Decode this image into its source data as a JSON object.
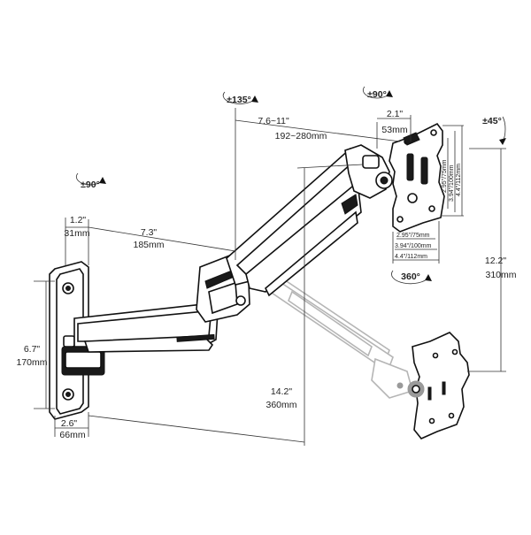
{
  "dimensions": {
    "arm_reach": {
      "in": "7.6~11\"",
      "mm": "192~280mm"
    },
    "vesa_depth": {
      "in": "2.1\"",
      "mm": "53mm"
    },
    "arm_offset": {
      "in": "1.2\"",
      "mm": "31mm"
    },
    "lower_arm": {
      "in": "7.3\"",
      "mm": "185mm"
    },
    "plate_height": {
      "in": "6.7\"",
      "mm": "170mm"
    },
    "plate_width": {
      "in": "2.6\"",
      "mm": "66mm"
    },
    "drop": {
      "in": "14.2\"",
      "mm": "360mm"
    },
    "lift": {
      "in": "12.2\"",
      "mm": "310mm"
    },
    "vesa_v1": "2.95\"/75mm",
    "vesa_v2": "3.94\"/100mm",
    "vesa_v3": "4.4\"/112mm",
    "vesa_h1": "2.95\"/75mm",
    "vesa_h2": "3.94\"/100mm",
    "vesa_h3": "4.4\"/112mm"
  },
  "rotations": {
    "wall_swivel": "±90°",
    "arm_swivel": "±135°",
    "head_swivel": "±90°",
    "tilt": "±45°",
    "rotate": "360°"
  },
  "icons": [
    "rotation-arrow-icon"
  ],
  "colors": {
    "line": "#111111",
    "ghost": "#b5b5b5"
  }
}
